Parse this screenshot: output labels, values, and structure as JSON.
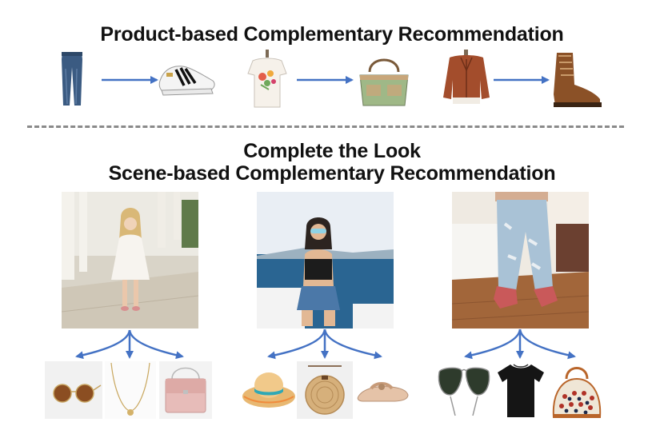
{
  "titles": {
    "product_based": "Product-based Complementary Recommendation",
    "complete_the_look": "Complete the Look",
    "scene_based": "Scene-based Complementary Recommendation"
  },
  "colors": {
    "arrow": "#4472c4",
    "divider": "#8a8a8a",
    "title": "#111111"
  },
  "product_pairs": [
    {
      "query": "jeans",
      "recommendation": "sneakers"
    },
    {
      "query": "floral-top",
      "recommendation": "handbag"
    },
    {
      "query": "leather-jacket",
      "recommendation": "boots"
    }
  ],
  "scenes": [
    {
      "scene": "white-dress-terrace",
      "items": [
        "round-sunglasses",
        "gold-necklace",
        "pink-crossbody-bag"
      ]
    },
    {
      "scene": "denim-skirt-seaside",
      "items": [
        "straw-sun-hat",
        "round-rattan-bag",
        "flat-sandals"
      ]
    },
    {
      "scene": "ripped-jeans-sneakers",
      "items": [
        "aviator-sunglasses",
        "black-tshirt",
        "dome-satchel"
      ]
    }
  ]
}
